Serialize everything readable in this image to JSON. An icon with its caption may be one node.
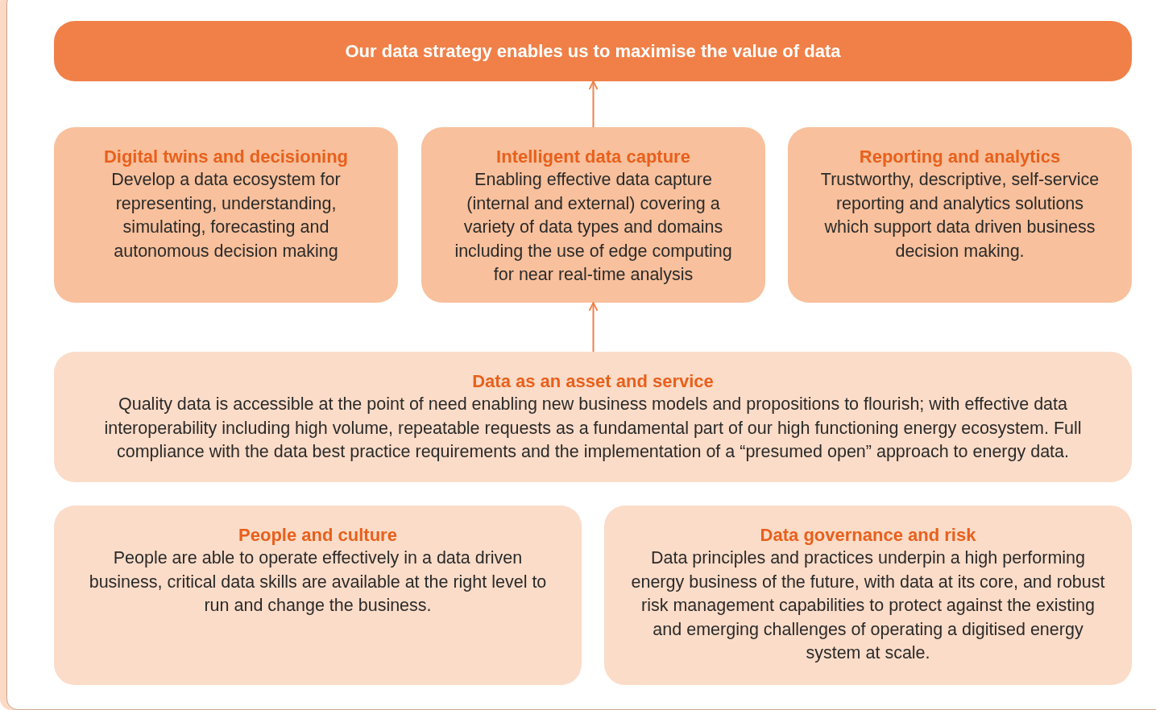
{
  "diagram": {
    "nodes": [
      {
        "text": [
          "Our data strategy enables us to maximise the value of data"
        ]
      },
      {
        "text": [
          "Digital twins and decisioning",
          "Develop a data ecosystem for representing, understanding, simulating, forecasting and autonomous decision making"
        ]
      },
      {
        "text": [
          "Intelligent data capture",
          "Enabling effective data capture (internal and external) covering a variety of data types and domains including the use of edge computing for near real-time analysis"
        ]
      },
      {
        "text": [
          "Reporting and analytics",
          "Trustworthy, descriptive, self-service reporting and analytics solutions which support data driven business decision making."
        ]
      },
      {
        "text": [
          "Data as an asset and service",
          "Quality data is accessible at the point of need enabling new business models and propositions to flourish; with effective data interoperability including high volume, repeatable requests as a fundamental part of our high functioning energy ecosystem. Full compliance with the data best practice requirements and the implementation of a “presumed open” approach to energy data."
        ]
      },
      {
        "text": [
          "People and culture",
          "People are able to operate effectively in a data driven business, critical data skills are available at the right level to run and change the business."
        ]
      },
      {
        "text": [
          "Data governance and risk",
          "Data principles and practices underpin a high performing energy business of the future, with data at its core, and robust risk management capabilities to protect against the existing and emerging challenges of operating a digitised energy system at scale."
        ]
      }
    ],
    "edges": [
      {
        "from": 2,
        "to": 0,
        "arrow": "to"
      },
      {
        "from": 4,
        "to": 2,
        "arrow": "to"
      }
    ]
  }
}
